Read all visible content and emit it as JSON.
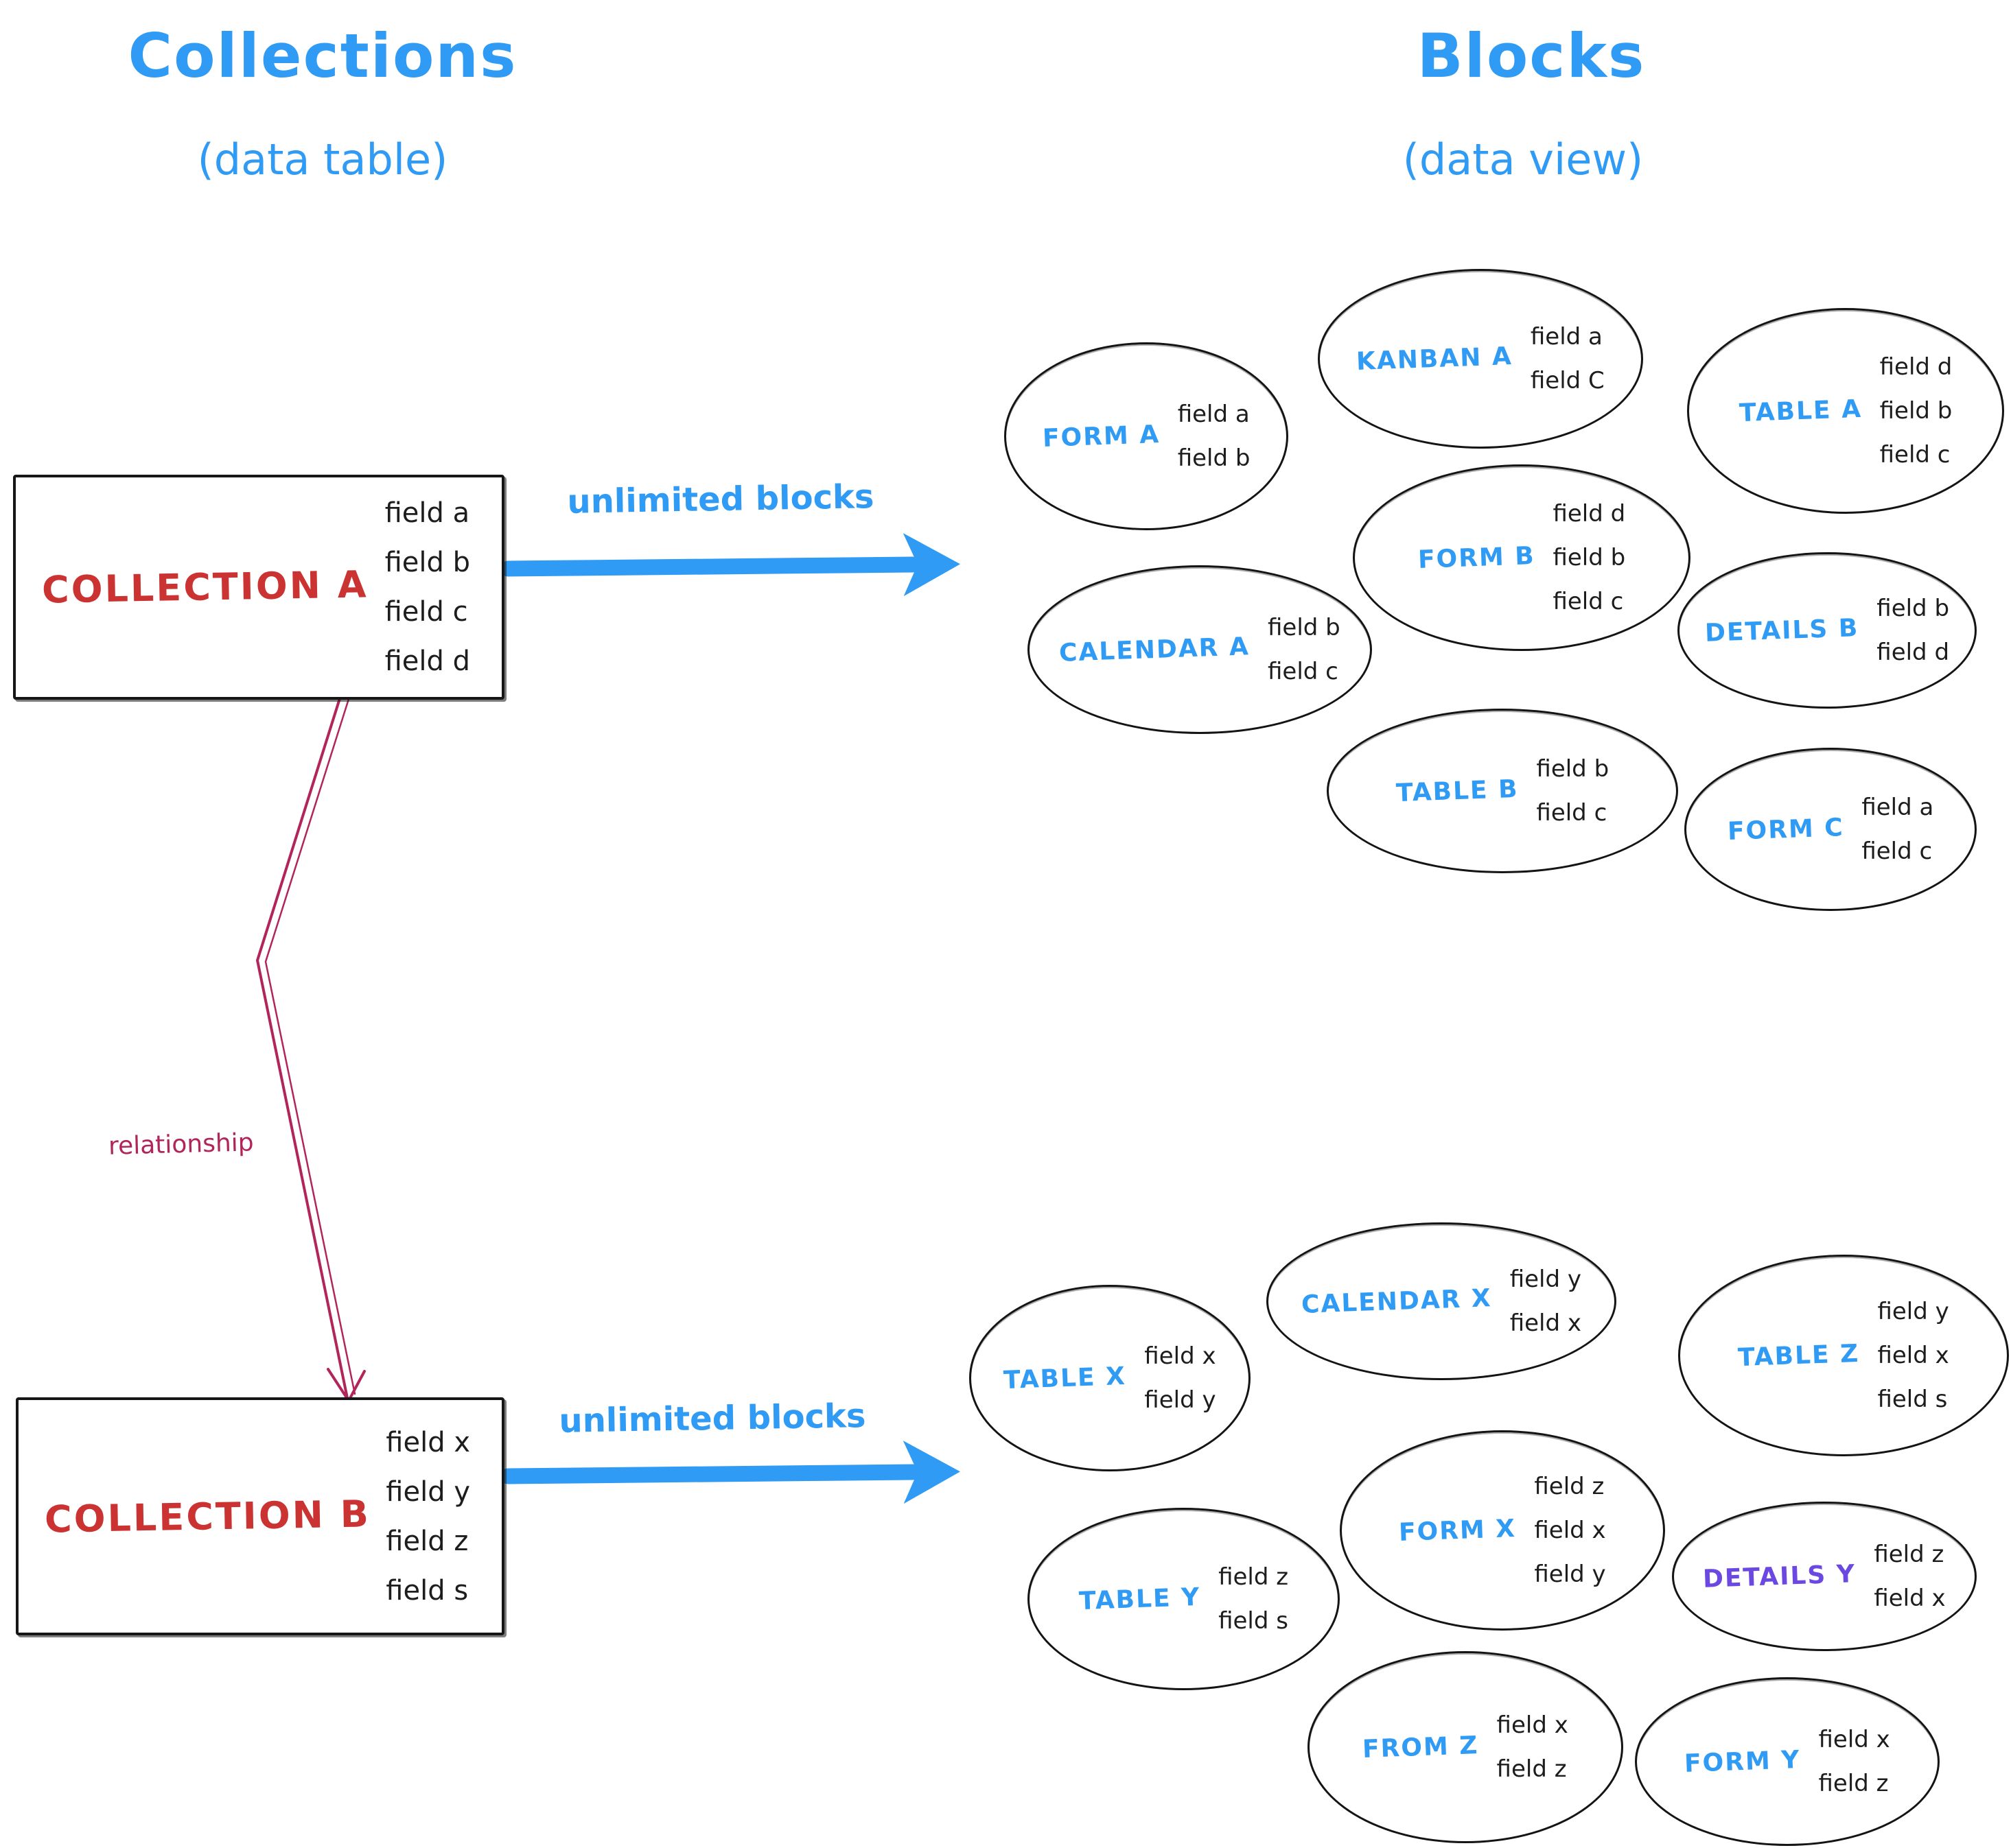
{
  "colors": {
    "accent_blue": "#2f9bf4",
    "collection_red": "#cb3232",
    "relationship_crimson": "#b1255b",
    "details_violet": "#6c48e2",
    "ink": "#161616"
  },
  "headers": {
    "left": {
      "title": "Collections",
      "subtitle": "(data table)"
    },
    "right": {
      "title": "Blocks",
      "subtitle": "(data view)"
    }
  },
  "collections": [
    {
      "name": "COLLECTION A",
      "fields": [
        "field a",
        "field b",
        "field c",
        "field d"
      ]
    },
    {
      "name": "COLLECTION B",
      "fields": [
        "field x",
        "field y",
        "field z",
        "field s"
      ]
    }
  ],
  "arrows": [
    {
      "label": "unlimited blocks"
    },
    {
      "label": "unlimited blocks"
    }
  ],
  "relationship": {
    "label": "relationship"
  },
  "clusters": [
    {
      "name": "collection-a-blocks",
      "blocks": [
        {
          "label": "FORM A",
          "fields": [
            "field a",
            "field b"
          ],
          "label_color": "#2f9bf4"
        },
        {
          "label": "KANBAN A",
          "fields": [
            "field a",
            "field C"
          ],
          "label_color": "#2f9bf4"
        },
        {
          "label": "TABLE A",
          "fields": [
            "field d",
            "field b",
            "field c"
          ],
          "label_color": "#2f9bf4"
        },
        {
          "label": "CALENDAR A",
          "fields": [
            "field b",
            "field c"
          ],
          "label_color": "#2f9bf4"
        },
        {
          "label": "FORM B",
          "fields": [
            "field d",
            "field b",
            "field c"
          ],
          "label_color": "#2f9bf4"
        },
        {
          "label": "DETAILS B",
          "fields": [
            "field b",
            "field d"
          ],
          "label_color": "#2f9bf4"
        },
        {
          "label": "TABLE B",
          "fields": [
            "field b",
            "field c"
          ],
          "label_color": "#2f9bf4"
        },
        {
          "label": "FORM C",
          "fields": [
            "field a",
            "field c"
          ],
          "label_color": "#2f9bf4"
        }
      ]
    },
    {
      "name": "collection-b-blocks",
      "blocks": [
        {
          "label": "TABLE X",
          "fields": [
            "field x",
            "field y"
          ],
          "label_color": "#2f9bf4"
        },
        {
          "label": "CALENDAR X",
          "fields": [
            "field y",
            "field x"
          ],
          "label_color": "#2f9bf4"
        },
        {
          "label": "TABLE Z",
          "fields": [
            "field y",
            "field x",
            "field s"
          ],
          "label_color": "#2f9bf4"
        },
        {
          "label": "TABLE Y",
          "fields": [
            "field z",
            "field s"
          ],
          "label_color": "#2f9bf4"
        },
        {
          "label": "FORM X",
          "fields": [
            "field z",
            "field x",
            "field y"
          ],
          "label_color": "#2f9bf4"
        },
        {
          "label": "DETAILS Y",
          "fields": [
            "field z",
            "field x"
          ],
          "label_color": "#6c48e2"
        },
        {
          "label": "FROM Z",
          "fields": [
            "field x",
            "field z"
          ],
          "label_color": "#2f9bf4"
        },
        {
          "label": "FORM Y",
          "fields": [
            "field x",
            "field z"
          ],
          "label_color": "#2f9bf4"
        }
      ]
    }
  ]
}
